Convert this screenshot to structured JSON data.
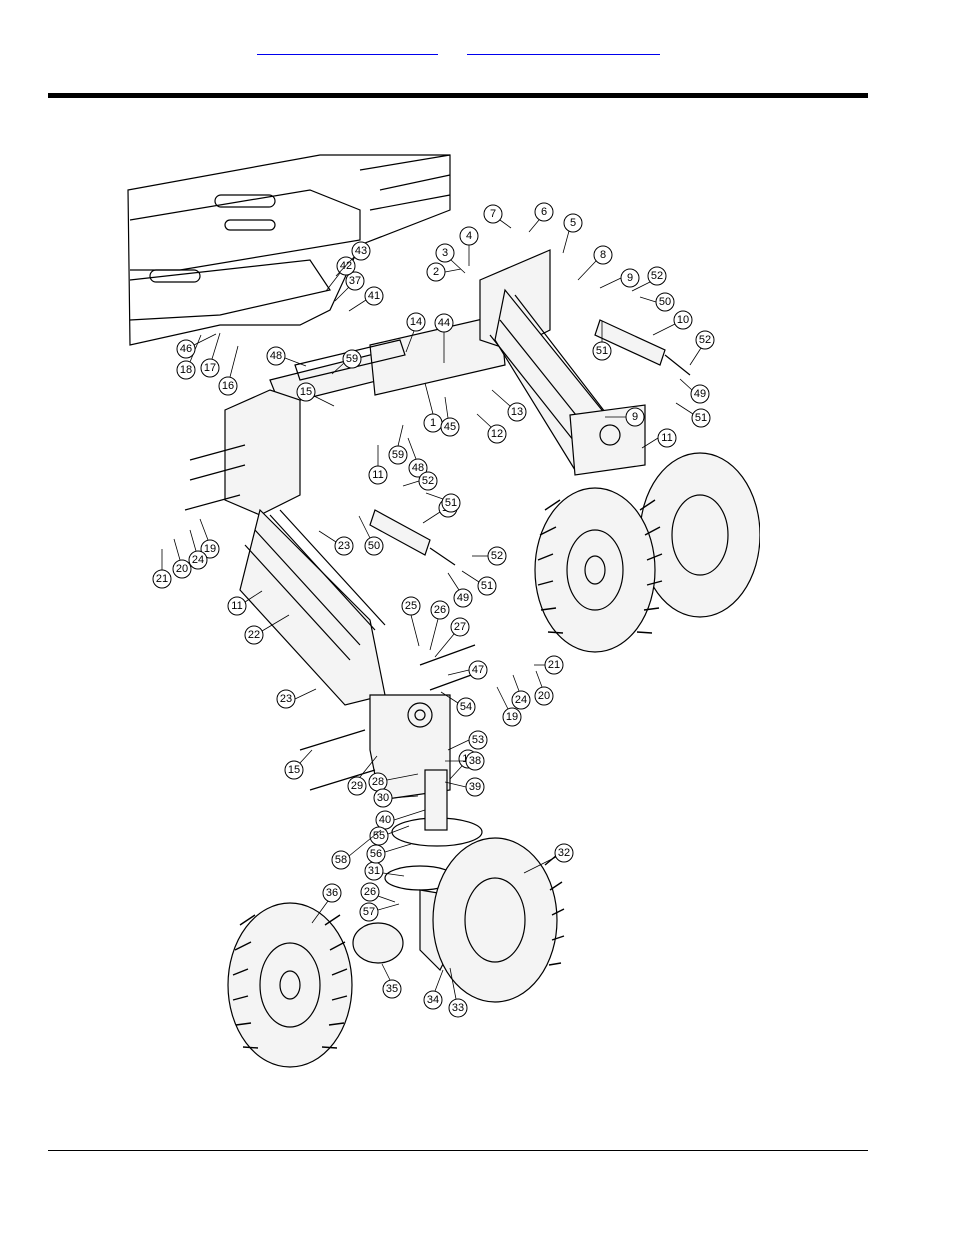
{
  "header": {
    "links": [
      "",
      ""
    ]
  },
  "diagram": {
    "callouts": [
      "1",
      "2",
      "3",
      "4",
      "5",
      "6",
      "7",
      "8",
      "9",
      "10",
      "11",
      "12",
      "13",
      "14",
      "15",
      "16",
      "17",
      "18",
      "19",
      "20",
      "21",
      "22",
      "23",
      "24",
      "25",
      "26",
      "27",
      "28",
      "29",
      "30",
      "31",
      "32",
      "33",
      "34",
      "35",
      "36",
      "37",
      "38",
      "39",
      "40",
      "41",
      "42",
      "43",
      "44",
      "45",
      "46",
      "47",
      "48",
      "49",
      "50",
      "51",
      "52",
      "53",
      "54",
      "55",
      "56",
      "57",
      "58",
      "59"
    ]
  }
}
